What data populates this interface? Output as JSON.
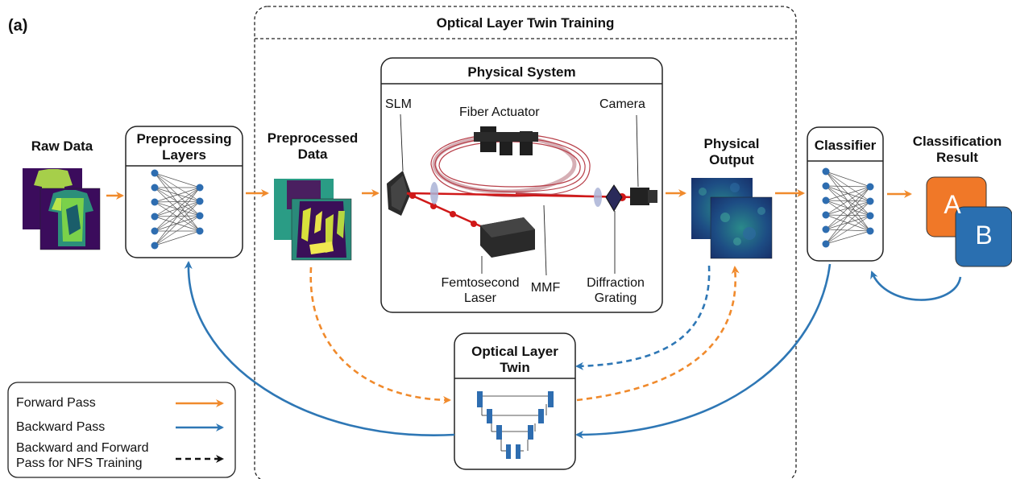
{
  "panel_label": "(a)",
  "twin_training_title": "Optical Layer Twin Training",
  "physical_system": {
    "title": "Physical System",
    "slm": "SLM",
    "fiber_actuator": "Fiber Actuator",
    "camera": "Camera",
    "laser_line1": "Femtosecond",
    "laser_line2": "Laser",
    "mmf": "MMF",
    "grating_line1": "Diffraction",
    "grating_line2": "Grating"
  },
  "raw_data": "Raw Data",
  "preprocessing": {
    "line1": "Preprocessing",
    "line2": "Layers"
  },
  "preprocessed": {
    "line1": "Preprocessed",
    "line2": "Data"
  },
  "physical_output": {
    "line1": "Physical",
    "line2": "Output"
  },
  "classifier": "Classifier",
  "classification_result": {
    "line1": "Classification",
    "line2": "Result",
    "card_a": "A",
    "card_b": "B"
  },
  "twin": {
    "line1": "Optical Layer",
    "line2": "Twin"
  },
  "legend": {
    "forward": "Forward Pass",
    "backward": "Backward Pass",
    "nfs_line1": "Backward and Forward",
    "nfs_line2": "Pass for NFS Training"
  },
  "colors": {
    "forward": "#f08a2c",
    "backward": "#2e77b5",
    "laser": "#d01818",
    "card_a": "#f07828",
    "card_b": "#2a6fb0"
  }
}
